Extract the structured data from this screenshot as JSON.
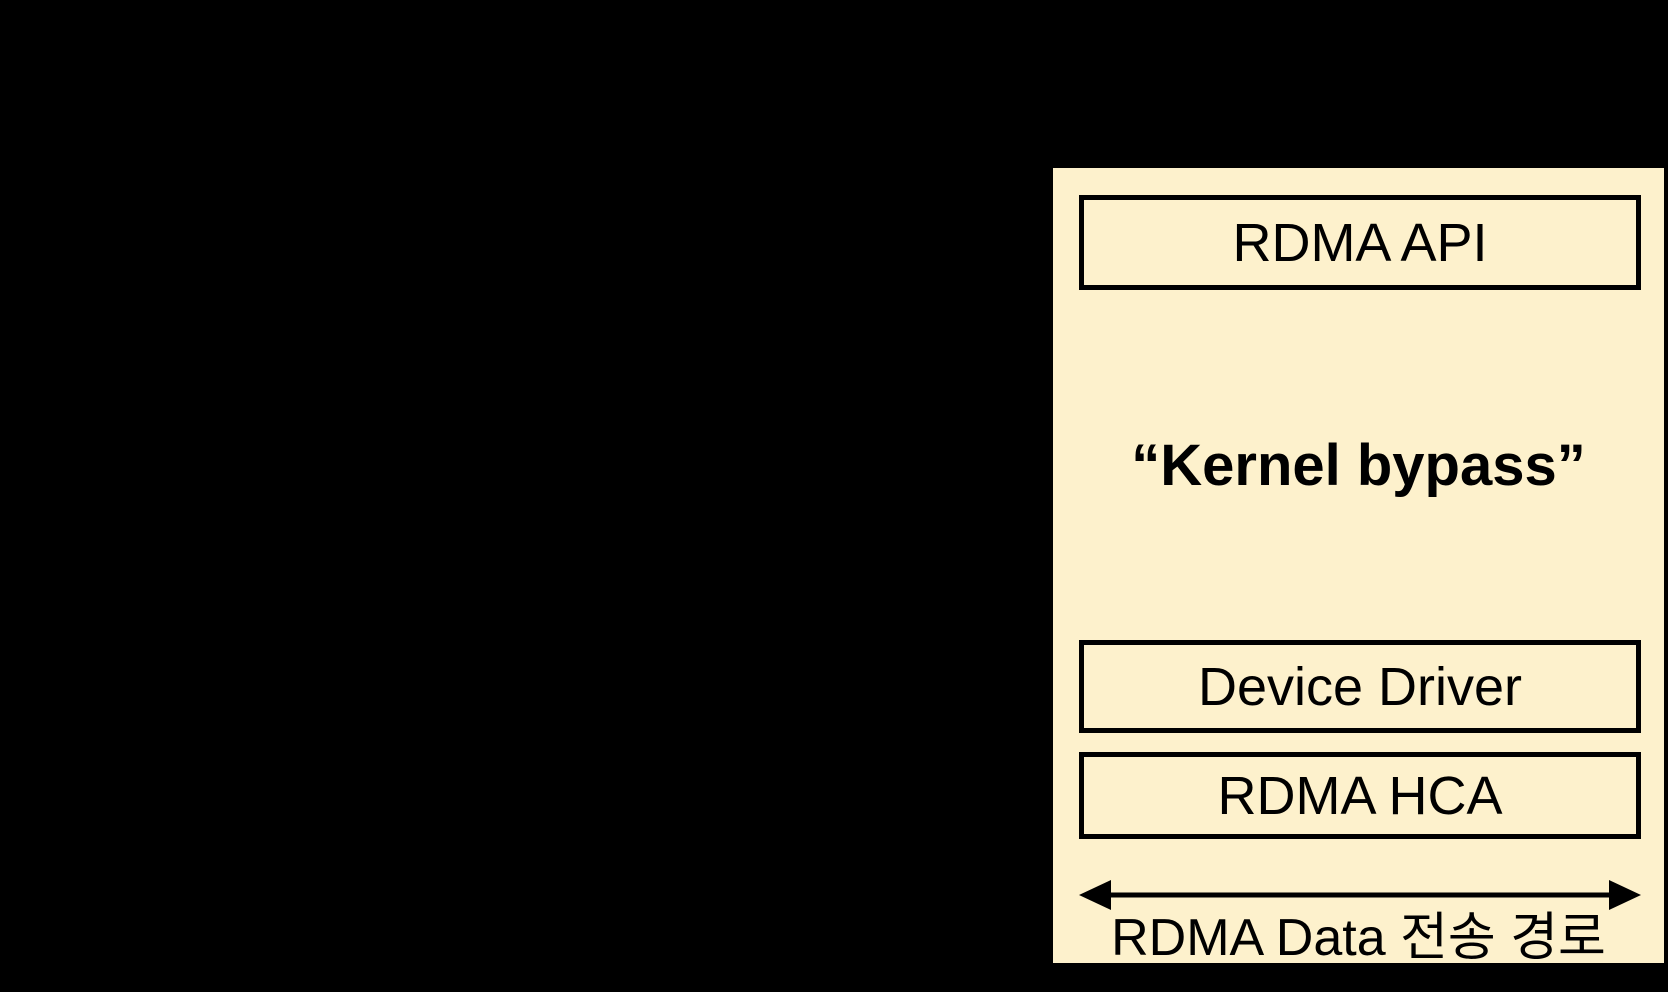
{
  "colors": {
    "background": "#000000",
    "panel_fill": "#FDF1CC",
    "line": "#000000"
  },
  "panel": {
    "api_box_label": "RDMA API",
    "kernel_bypass_label": "“Kernel bypass”",
    "device_driver_box_label": "Device Driver",
    "rdma_hca_box_label": "RDMA HCA",
    "arrow_caption": "RDMA Data 전송 경로",
    "arrow_icon": "double-headed-horizontal-arrow"
  }
}
